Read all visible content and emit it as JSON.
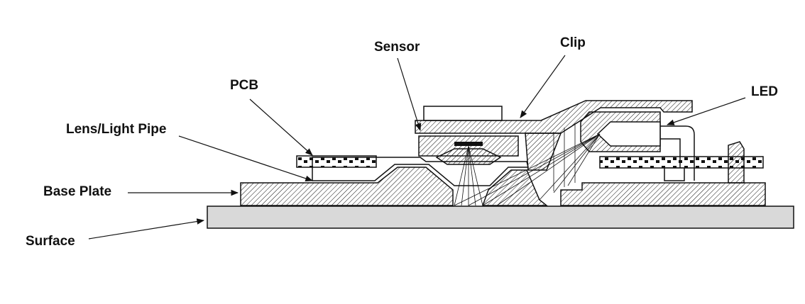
{
  "labels": {
    "sensor": "Sensor",
    "clip": "Clip",
    "pcb": "PCB",
    "led": "LED",
    "lens": "Lens/Light Pipe",
    "base_plate": "Base Plate",
    "surface": "Surface"
  },
  "colors": {
    "ink": "#111111",
    "surface_fill": "#d9d9d9",
    "background": "#ffffff"
  }
}
